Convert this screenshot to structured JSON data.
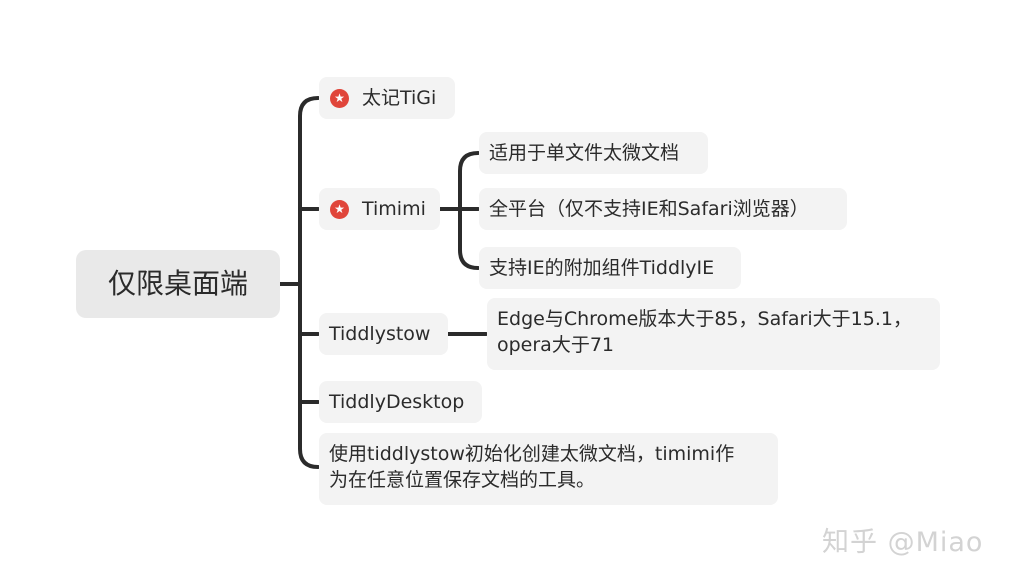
{
  "mindmap": {
    "root": "仅限桌面端",
    "branches": [
      {
        "label": "太记TiGi",
        "starred": true
      },
      {
        "label": "Timimi",
        "starred": true,
        "children": [
          "适用于单文件太微文档",
          "全平台（仅不支持IE和Safari浏览器）",
          "支持IE的附加组件TiddlyIE"
        ]
      },
      {
        "label": "Tiddlystow",
        "starred": false,
        "note": [
          "Edge与Chrome版本大于85，Safari大于15.1，",
          "opera大于71"
        ]
      },
      {
        "label": "TiddlyDesktop",
        "starred": false
      },
      {
        "lines": [
          "使用tiddlystow初始化创建太微文档，timimi作",
          "为在任意位置保存文档的工具。"
        ]
      }
    ]
  },
  "watermark": "知乎 @Miao",
  "icons": {
    "star": "star-badge-icon"
  },
  "colors": {
    "connector": "#2b2b2b",
    "node_bg": "#f3f3f3",
    "star": "#e0453a"
  }
}
